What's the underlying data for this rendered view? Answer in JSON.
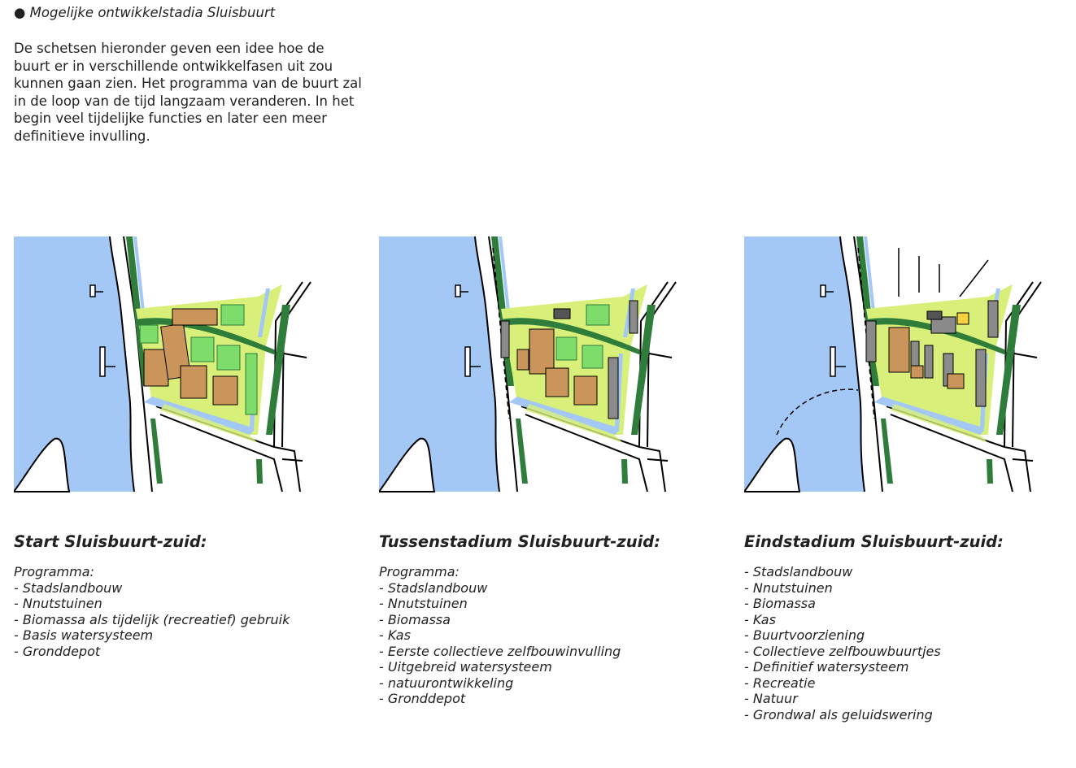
{
  "header": {
    "bullet": "●",
    "title": "Mogelijke ontwikkelstadia Sluisbuurt",
    "intro": "De schetsen hieronder geven een idee hoe de buurt er in verschillende ontwikkelfasen uit zou kunnen gaan zien. Het programma van de buurt zal in de loop van de tijd langzaam veranderen. In het begin veel tijdelijke functies en later een meer definitieve invulling."
  },
  "colors": {
    "water": "#a4c8f5",
    "trees": "#2e7d3a",
    "meadow": "#d8f07a",
    "field": "#7ddc6a",
    "farmland": "#c9955a",
    "building": "#8a8a8a",
    "kas": "#f5d040"
  },
  "stages": [
    {
      "heading": "Start Sluisbuurt-zuid:",
      "program_label": "Programma:",
      "items": [
        "- Stadslandbouw",
        "- Nnutstuinen",
        "- Biomassa als tijdelijk (recreatief) gebruik",
        "- Basis watersysteem",
        "- Gronddepot"
      ]
    },
    {
      "heading": "Tussenstadium Sluisbuurt-zuid:",
      "program_label": "Programma:",
      "items": [
        "- Stadslandbouw",
        "- Nnutstuinen",
        "- Biomassa",
        "- Kas",
        "- Eerste collectieve zelfbouwinvulling",
        "- Uitgebreid watersysteem",
        "- natuurontwikkeling",
        "- Gronddepot"
      ]
    },
    {
      "heading": "Eindstadium Sluisbuurt-zuid:",
      "items": [
        "- Stadslandbouw",
        "- Nnutstuinen",
        "- Biomassa",
        "- Kas",
        "- Buurtvoorziening",
        "- Collectieve zelfbouwbuurtjes",
        "- Definitief watersysteem",
        "- Recreatie",
        "- Natuur",
        "- Grondwal als geluidswering"
      ]
    }
  ]
}
